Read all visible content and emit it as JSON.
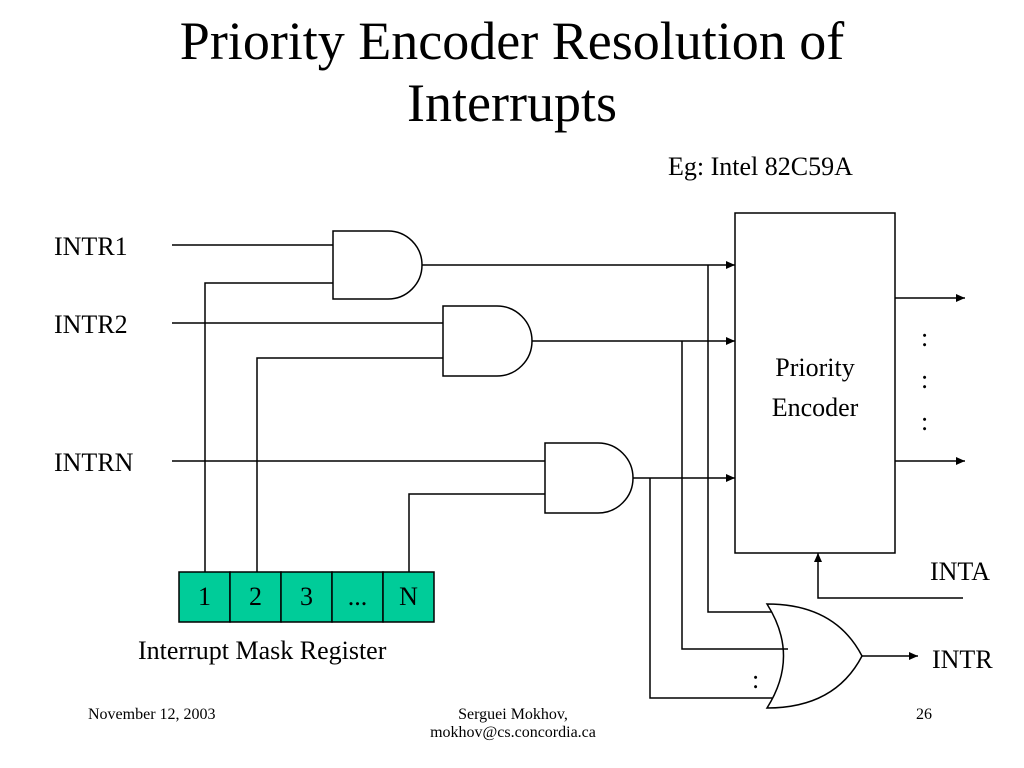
{
  "title_line1": "Priority Encoder Resolution of",
  "title_line2": "Interrupts",
  "example": "Eg: Intel 82C59A",
  "inputs": [
    "INTR1",
    "INTR2",
    "INTRN"
  ],
  "encoder_label_line1": "Priority",
  "encoder_label_line2": "Encoder",
  "output_dots": ":",
  "or_dots": ":",
  "inta": "INTA",
  "intr": "INTR",
  "mask_register": {
    "cells": [
      "1",
      "2",
      "3",
      "...",
      "N"
    ],
    "label": "Interrupt Mask Register",
    "fill": "#00cc99"
  },
  "footer": {
    "date": "November 12, 2003",
    "author_line1": "Serguei Mokhov,",
    "author_line2": "mokhov@cs.concordia.ca",
    "page": "26"
  }
}
